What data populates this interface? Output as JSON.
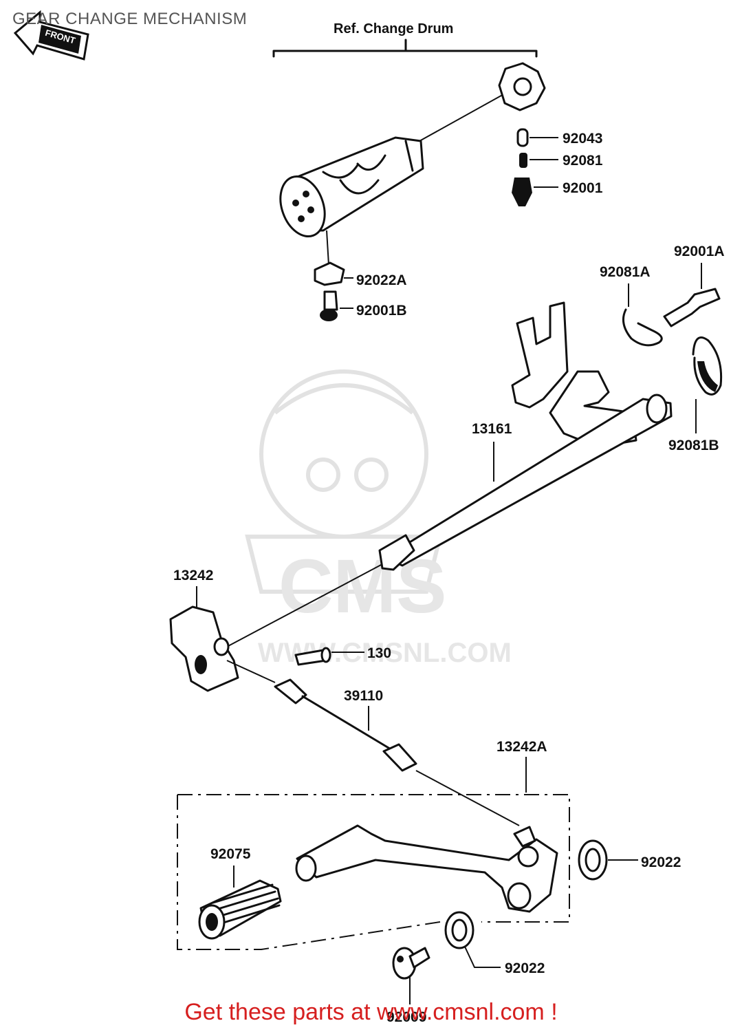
{
  "page": {
    "title": "GEAR CHANGE MECHANISM",
    "footer_text": "Get these parts at www.cmsnl.com !",
    "footer_color": "#d61f1f"
  },
  "diagram": {
    "reference_label": "Ref. Change Drum",
    "front_arrow_label": "FRONT",
    "watermark_logo": "CMS",
    "watermark_url": "WWW.CMSNL.COM",
    "parts": [
      {
        "id": "p92043",
        "label": "92043"
      },
      {
        "id": "p92081",
        "label": "92081"
      },
      {
        "id": "p92001",
        "label": "92001"
      },
      {
        "id": "p92022A",
        "label": "92022A"
      },
      {
        "id": "p92001B",
        "label": "92001B"
      },
      {
        "id": "p92081A",
        "label": "92081A"
      },
      {
        "id": "p92001A",
        "label": "92001A"
      },
      {
        "id": "p92081B",
        "label": "92081B"
      },
      {
        "id": "p13161",
        "label": "13161"
      },
      {
        "id": "p13242",
        "label": "13242"
      },
      {
        "id": "p130",
        "label": "130"
      },
      {
        "id": "p39110",
        "label": "39110"
      },
      {
        "id": "p13242A",
        "label": "13242A"
      },
      {
        "id": "p92075",
        "label": "92075"
      },
      {
        "id": "p92022a",
        "label": "92022"
      },
      {
        "id": "p92022b",
        "label": "92022"
      },
      {
        "id": "p92009",
        "label": "92009"
      }
    ]
  }
}
